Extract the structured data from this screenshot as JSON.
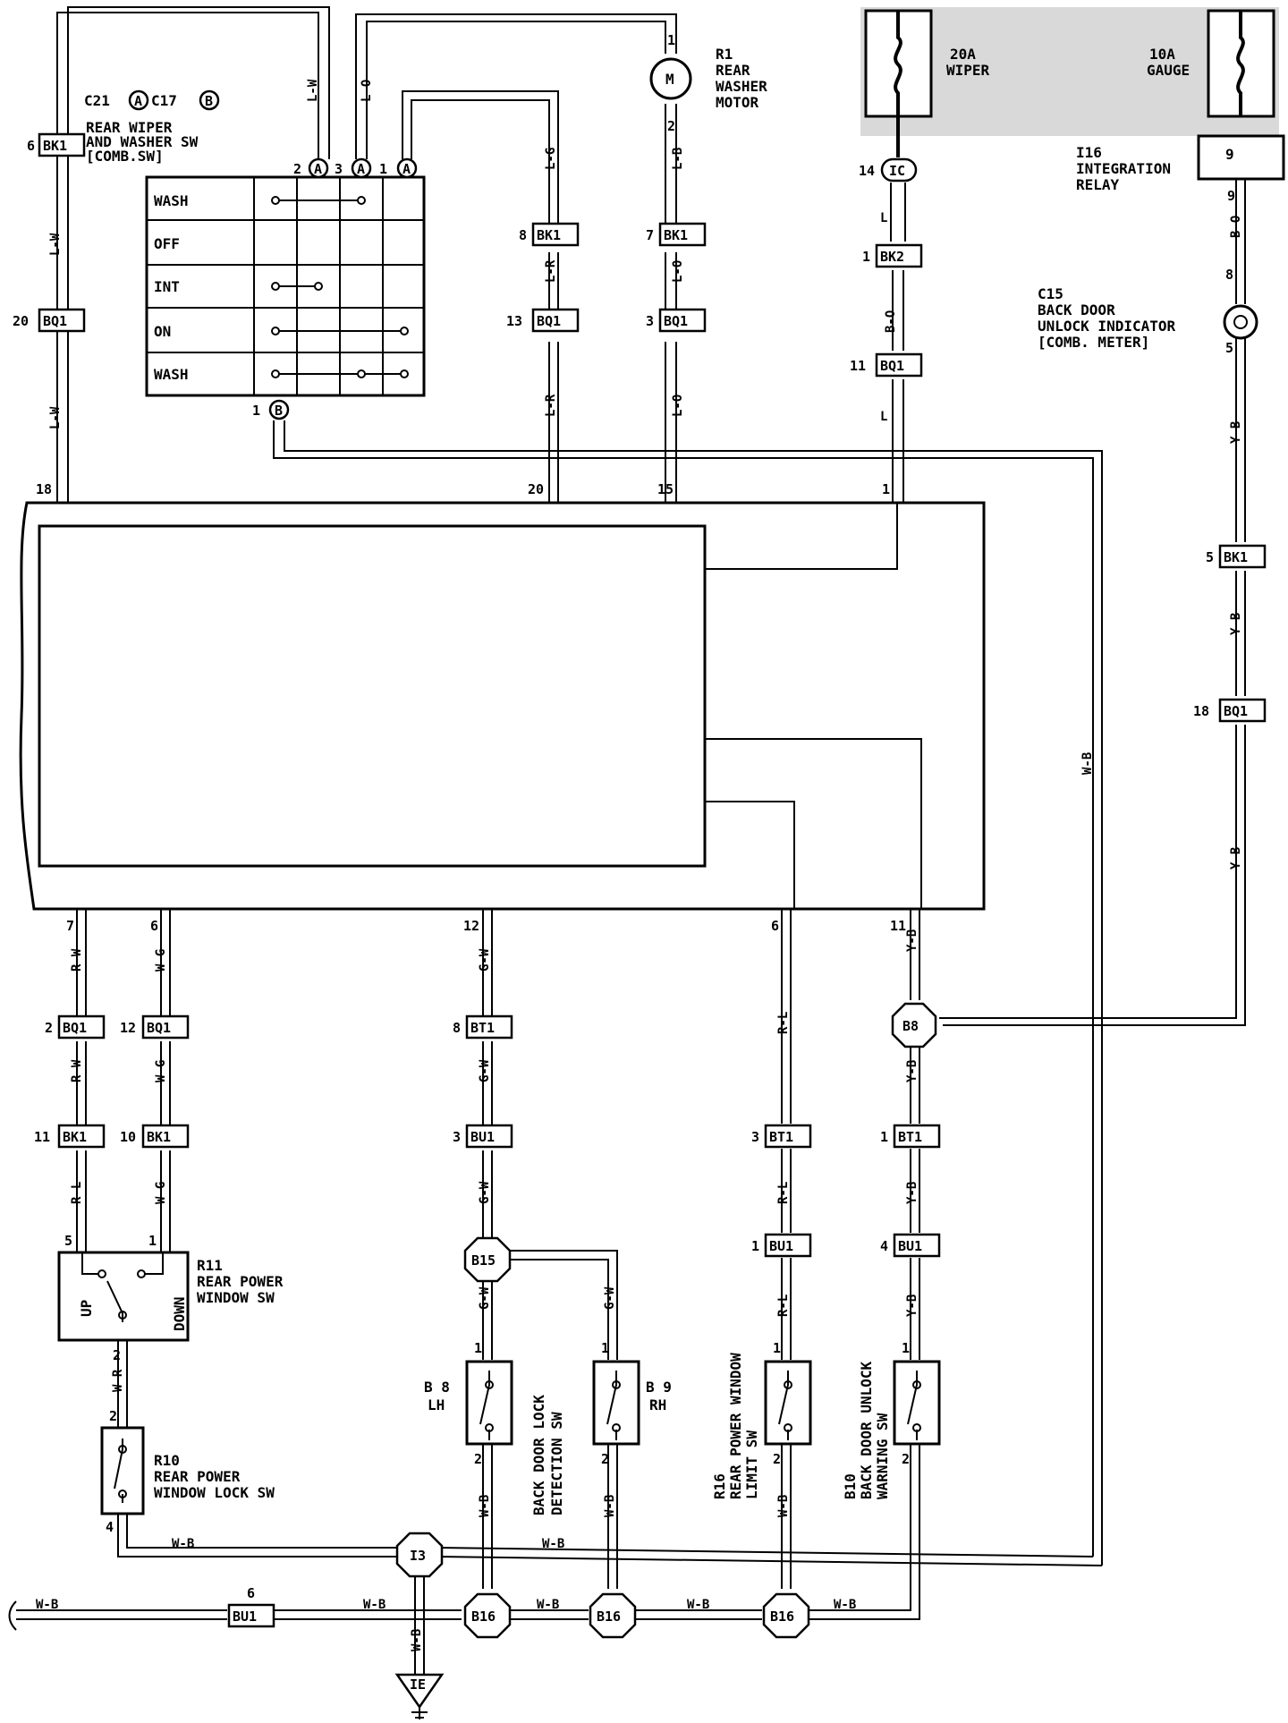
{
  "fuses": [
    {
      "id": "fuse-wiper",
      "amp": "20A",
      "name": "WIPER"
    },
    {
      "id": "fuse-gauge",
      "amp": "10A",
      "name": "GAUGE"
    }
  ],
  "components": {
    "r1": {
      "code": "R1",
      "name": [
        "REAR",
        "WASHER",
        "MOTOR"
      ],
      "pin_top": "1",
      "pin_bottom": "2",
      "symbol": "M"
    },
    "c21": {
      "code1": "C21",
      "tag1": "A",
      "code2": "C17",
      "tag2": "B",
      "name": [
        "REAR WIPER",
        "AND WASHER SW",
        "[COMB.SW]"
      ]
    },
    "i16": {
      "code": "I16",
      "name": [
        "INTEGRATION",
        "RELAY"
      ],
      "pin_box": "9",
      "pin_out": "9"
    },
    "c15": {
      "code": "C15",
      "name": [
        "BACK DOOR",
        "UNLOCK INDICATOR",
        "[COMB. METER]"
      ],
      "pin_top": "8",
      "pin_bottom": "5"
    },
    "r11": {
      "code": "R11",
      "name": [
        "REAR POWER",
        "WINDOW SW"
      ],
      "up": "UP",
      "down": "DOWN",
      "pin_left": "5",
      "pin_right": "1",
      "pin_bottom": "2"
    },
    "r10": {
      "code": "R10",
      "name": [
        "REAR POWER",
        "WINDOW LOCK SW"
      ],
      "pin_top": "2",
      "pin_bottom": "4"
    },
    "b8": {
      "code": "B 8",
      "side": "LH",
      "pin_top": "1",
      "pin_bottom": "2"
    },
    "b9": {
      "code": "B 9",
      "side": "RH",
      "pin_top": "1",
      "pin_bottom": "2"
    },
    "b_lock_label": [
      "BACK DOOR LOCK",
      "DETECTION SW"
    ],
    "r16": {
      "code": "R16",
      "name": [
        "REAR POWER WINDOW",
        "LIMIT SW"
      ],
      "pin_top": "1",
      "pin_bottom": "2"
    },
    "b10": {
      "code": "B10",
      "name": [
        "BACK DOOR UNLOCK",
        "WARNING SW"
      ],
      "pin_top": "1",
      "pin_bottom": "2"
    }
  },
  "switch_table": {
    "rows": [
      "WASH",
      "OFF",
      "INT",
      "ON",
      "WASH"
    ],
    "pins_top": [
      {
        "num": "2",
        "tag": "A"
      },
      {
        "num": "3",
        "tag": "A"
      },
      {
        "num": "1",
        "tag": "A"
      }
    ],
    "pin_bottom": {
      "num": "1",
      "tag": "B"
    }
  },
  "connectors": {
    "bk1_6": {
      "pin": "6",
      "name": "BK1"
    },
    "bq1_20": {
      "pin": "20",
      "name": "BQ1"
    },
    "bk1_8": {
      "pin": "8",
      "name": "BK1"
    },
    "bq1_13": {
      "pin": "13",
      "name": "BQ1"
    },
    "bk1_7": {
      "pin": "7",
      "name": "BK1"
    },
    "bq1_3": {
      "pin": "3",
      "name": "BQ1"
    },
    "ic_14": {
      "pin": "14",
      "name": "IC"
    },
    "bk2_1": {
      "pin": "1",
      "name": "BK2"
    },
    "bq1_11": {
      "pin": "11",
      "name": "BQ1"
    },
    "bk1_5": {
      "pin": "5",
      "name": "BK1"
    },
    "bq1_18": {
      "pin": "18",
      "name": "BQ1"
    },
    "bq1_2": {
      "pin": "2",
      "name": "BQ1"
    },
    "bq1_12": {
      "pin": "12",
      "name": "BQ1"
    },
    "bk1_11": {
      "pin": "11",
      "name": "BK1"
    },
    "bk1_10": {
      "pin": "10",
      "name": "BK1"
    },
    "bt1_8": {
      "pin": "8",
      "name": "BT1"
    },
    "bu1_3": {
      "pin": "3",
      "name": "BU1"
    },
    "bt1_3": {
      "pin": "3",
      "name": "BT1"
    },
    "bu1_1": {
      "pin": "1",
      "name": "BU1"
    },
    "bt1_1": {
      "pin": "1",
      "name": "BT1"
    },
    "bu1_4": {
      "pin": "4",
      "name": "BU1"
    },
    "bu1_6": {
      "pin": "6",
      "name": "BU1"
    }
  },
  "junctions": {
    "b8j": "B8",
    "b15": "B15",
    "i3": "I3",
    "b16": "B16",
    "ie": "IE"
  },
  "ecu_pins": {
    "top": [
      "18",
      "20",
      "15",
      "1"
    ],
    "bottom": [
      "7",
      "6",
      "12",
      "6",
      "11"
    ]
  },
  "wire_colors": {
    "lw": "L-W",
    "lo": "L-O",
    "lg": "L-G",
    "lr": "L-R",
    "lb": "L-B",
    "l": "L",
    "bo": "B-O",
    "yb": "Y-B",
    "wb": "W-B",
    "rw": "R-W",
    "wg": "W-G",
    "gw": "G-W",
    "rl": "R-L",
    "wr": "W-R"
  }
}
